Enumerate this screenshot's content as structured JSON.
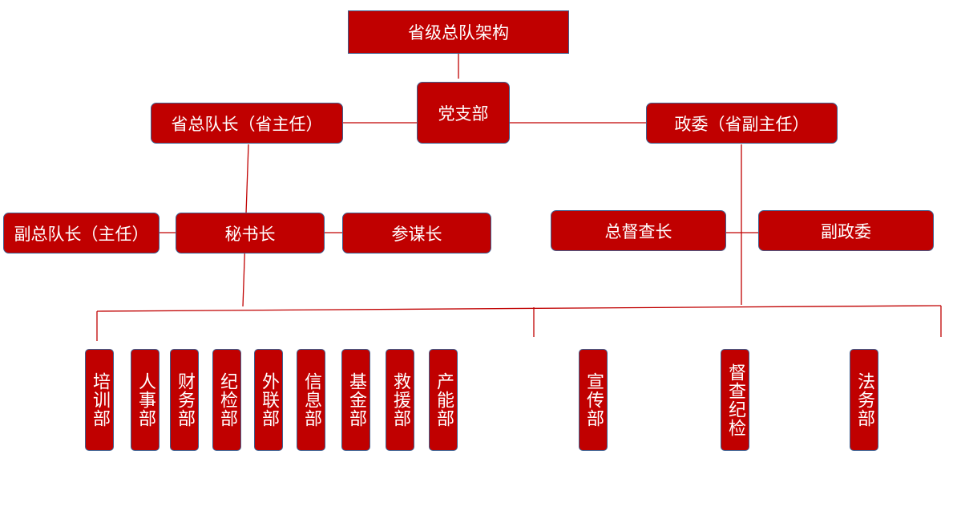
{
  "colors": {
    "box_fill": "#c00000",
    "box_border": "#3f5f8f",
    "line": "#c00000"
  },
  "nodes": {
    "top": "省级总队架构",
    "party": "党支部",
    "commander": "省总队长（省主任）",
    "commissar": "政委（省副主任）",
    "deputy_commander": "副总队长（主任）",
    "secretary_general": "秘书长",
    "chief_of_staff": "参谋长",
    "chief_inspector": "总督查长",
    "deputy_commissar": "副政委"
  },
  "departments": [
    "培训部",
    "人事部",
    "财务部",
    "纪检部",
    "外联部",
    "信息部",
    "基金部",
    "救援部",
    "产能部",
    "宣传部",
    "督查纪检",
    "法务部"
  ]
}
